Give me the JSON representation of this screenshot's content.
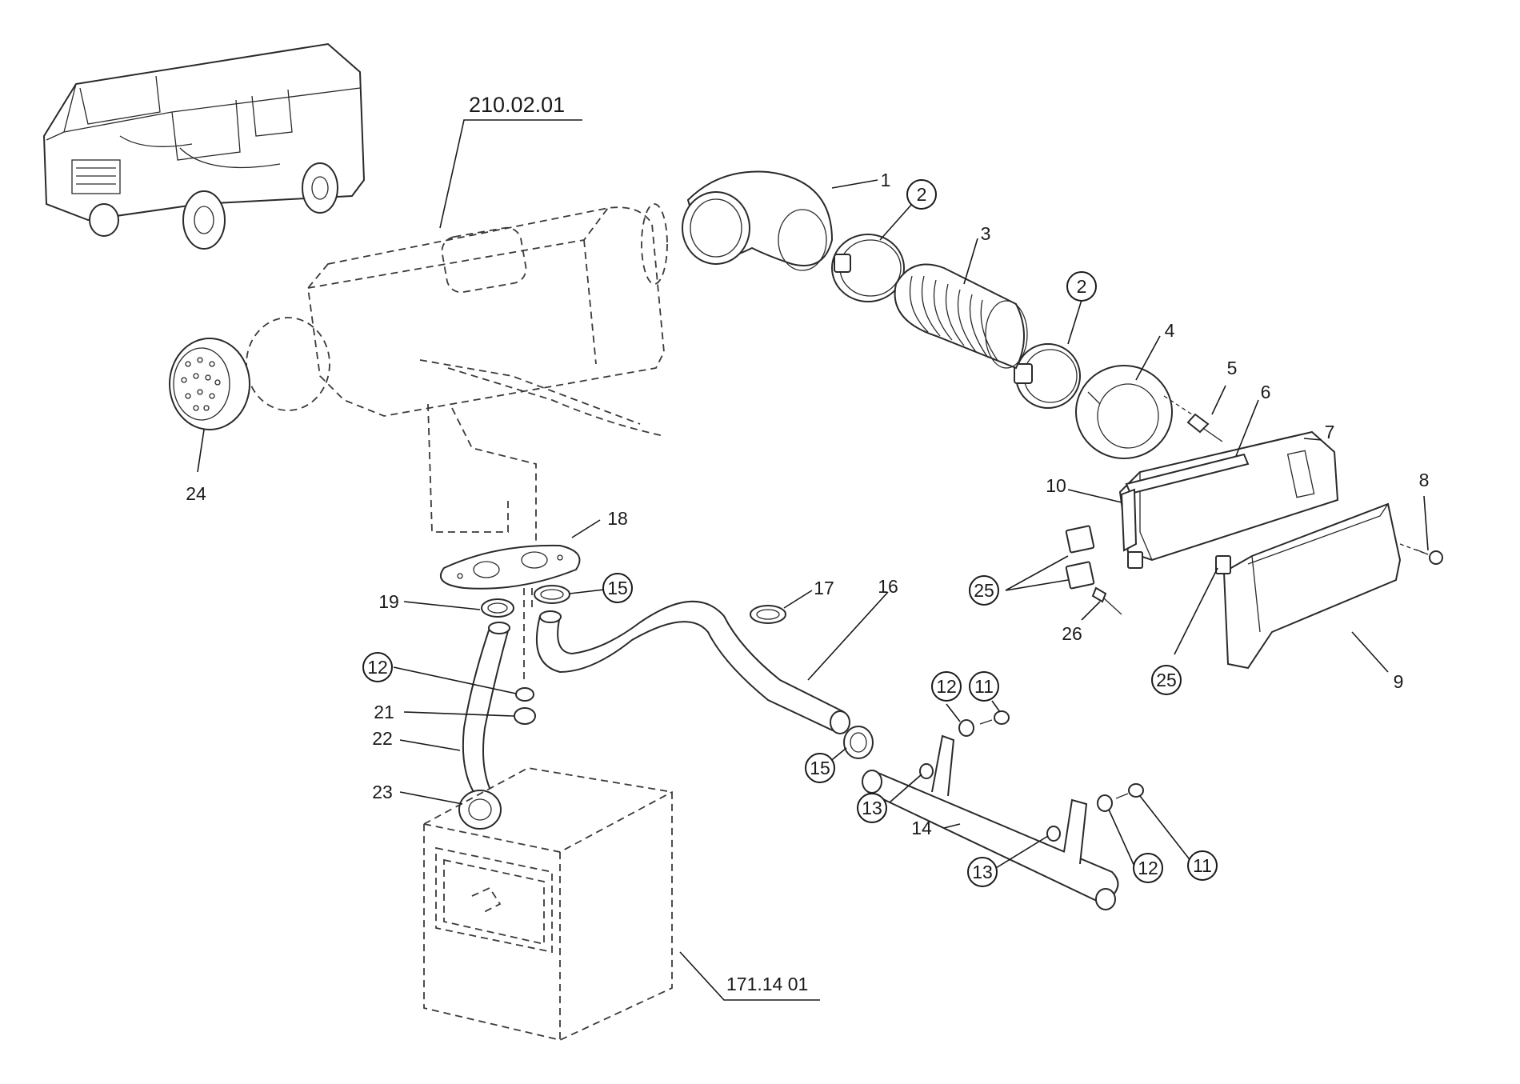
{
  "reference_labels": [
    "210.02.01",
    "171.14 01"
  ],
  "callouts": [
    {
      "label": "1",
      "circled": false
    },
    {
      "label": "2",
      "circled": true
    },
    {
      "label": "3",
      "circled": false
    },
    {
      "label": "2",
      "circled": true
    },
    {
      "label": "4",
      "circled": false
    },
    {
      "label": "5",
      "circled": false
    },
    {
      "label": "6",
      "circled": false
    },
    {
      "label": "7",
      "circled": false
    },
    {
      "label": "8",
      "circled": false
    },
    {
      "label": "10",
      "circled": false
    },
    {
      "label": "25",
      "circled": true
    },
    {
      "label": "26",
      "circled": false
    },
    {
      "label": "25",
      "circled": true
    },
    {
      "label": "9",
      "circled": false
    },
    {
      "label": "24",
      "circled": false
    },
    {
      "label": "18",
      "circled": false
    },
    {
      "label": "19",
      "circled": false
    },
    {
      "label": "15",
      "circled": true
    },
    {
      "label": "17",
      "circled": false
    },
    {
      "label": "16",
      "circled": false
    },
    {
      "label": "12",
      "circled": true
    },
    {
      "label": "21",
      "circled": false
    },
    {
      "label": "22",
      "circled": false
    },
    {
      "label": "23",
      "circled": false
    },
    {
      "label": "12",
      "circled": true
    },
    {
      "label": "11",
      "circled": true
    },
    {
      "label": "15",
      "circled": true
    },
    {
      "label": "13",
      "circled": true
    },
    {
      "label": "14",
      "circled": false
    },
    {
      "label": "13",
      "circled": true
    },
    {
      "label": "12",
      "circled": true
    },
    {
      "label": "11",
      "circled": true
    }
  ],
  "colors": {
    "ink": "#1a1a1a",
    "background": "#ffffff"
  }
}
